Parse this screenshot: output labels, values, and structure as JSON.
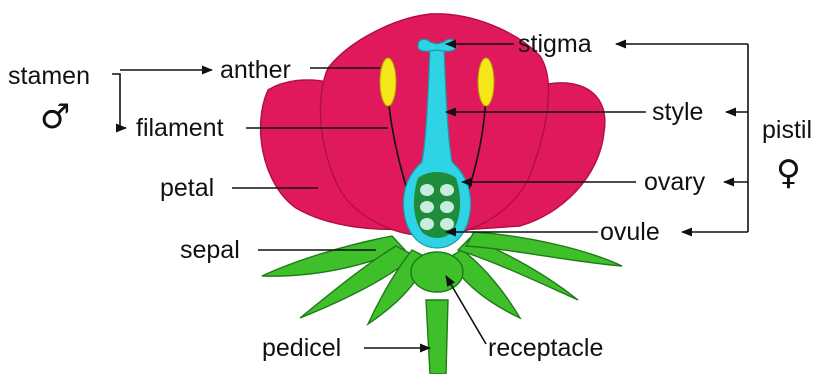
{
  "labels": {
    "stamen": "stamen",
    "anther": "anther",
    "filament": "filament",
    "petal": "petal",
    "sepal": "sepal",
    "pedicel": "pedicel",
    "stigma": "stigma",
    "style": "style",
    "ovary": "ovary",
    "ovule": "ovule",
    "receptacle": "receptacle",
    "pistil": "pistil"
  },
  "symbols": {
    "male": "♂",
    "female": "♀"
  },
  "colors": {
    "petal": "#e0195c",
    "petal_edge": "#b0103f",
    "sepal": "#3fbf2a",
    "sepal_edge": "#1f7a18",
    "pistil": "#2ed3e6",
    "ovary_inner": "#1e8c3a",
    "ovule": "#c9ece0",
    "anther": "#f5e61a",
    "text": "#111111"
  }
}
